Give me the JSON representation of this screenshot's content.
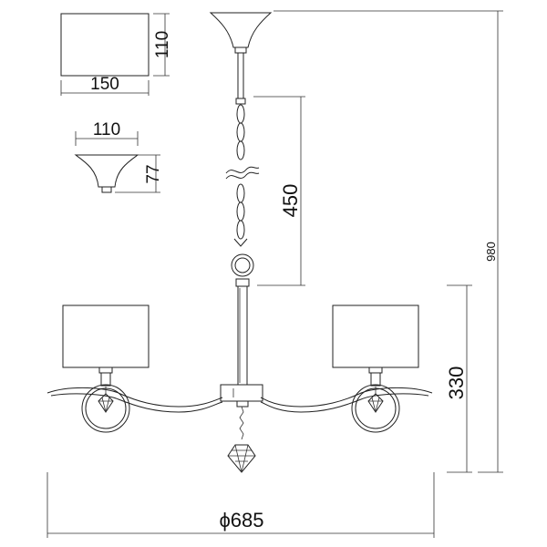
{
  "dimensions": {
    "shade_height": "110",
    "shade_width": "150",
    "canopy_width": "110",
    "canopy_height": "77",
    "chain_length": "450",
    "body_height": "330",
    "total_height": "980",
    "diameter": "ϕ685"
  }
}
